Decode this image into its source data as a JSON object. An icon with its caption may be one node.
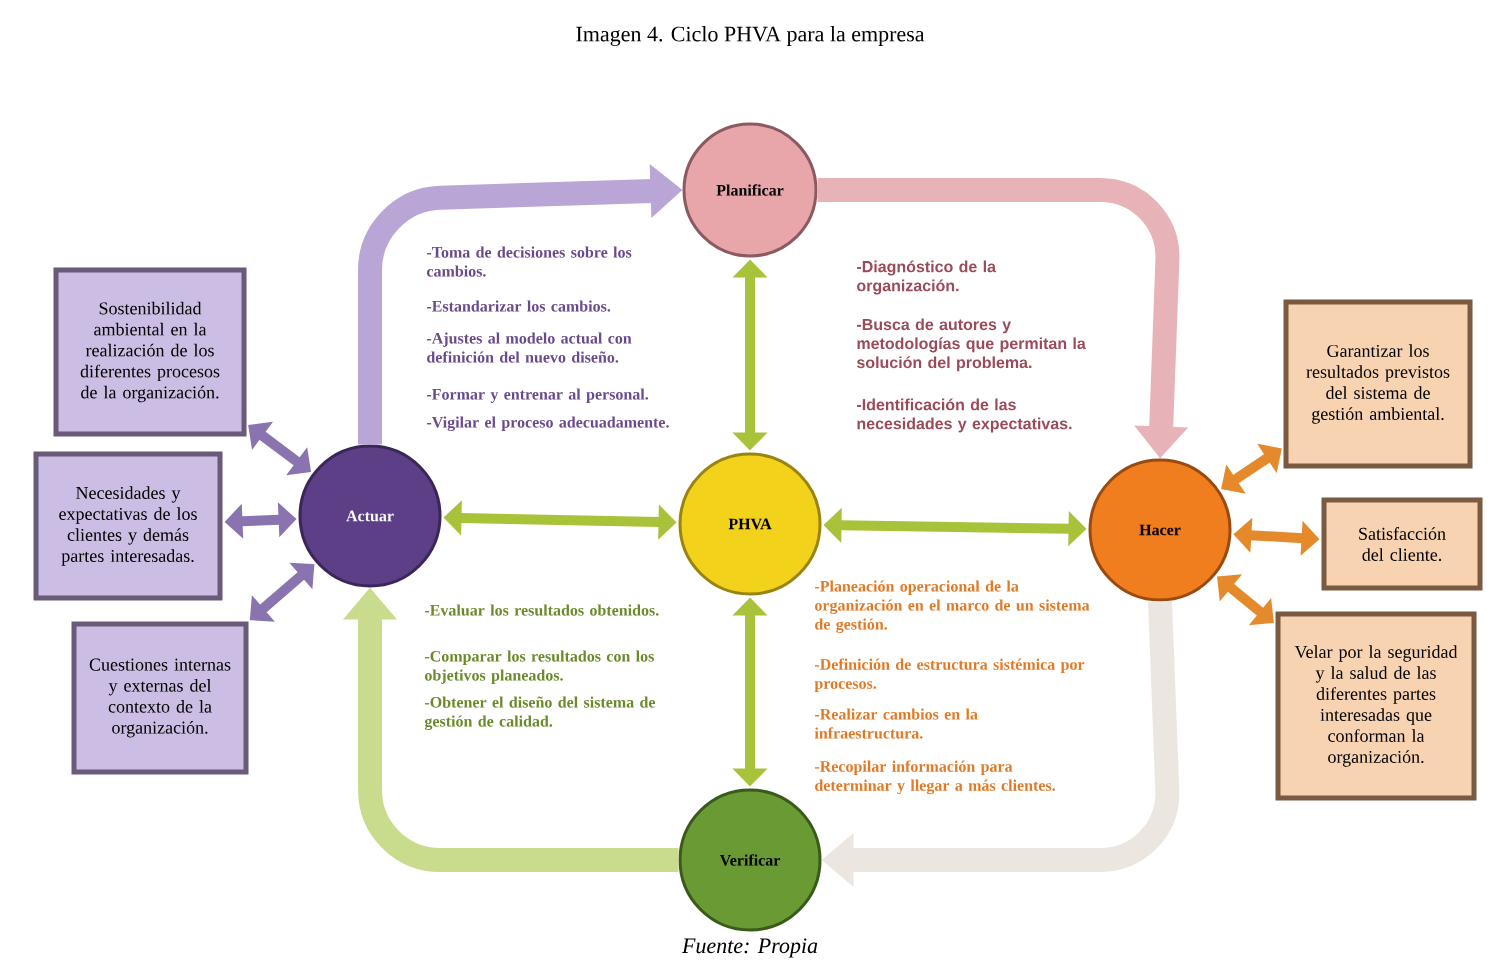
{
  "diagram": {
    "title": "Imagen 4. Ciclo PHVA para la empresa",
    "caption": "Fuente: Propia",
    "nodes": [
      {
        "text": [
          "Planificar"
        ]
      },
      {
        "text": [
          "PHVA"
        ]
      },
      {
        "text": [
          "Hacer"
        ]
      },
      {
        "text": [
          "Verificar"
        ]
      },
      {
        "text": [
          "Actuar"
        ]
      },
      {
        "text": [
          "Sostenibilidad ambiental en la realización de los diferentes procesos de la organización."
        ]
      },
      {
        "text": [
          "Necesidades y expectativas de los clientes y demás partes interesadas."
        ]
      },
      {
        "text": [
          "Cuestiones internas y externas del contexto de la organización."
        ]
      },
      {
        "text": [
          "Garantizar los resultados previstos del sistema de gestión ambiental."
        ]
      },
      {
        "text": [
          "Satisfacción del cliente."
        ]
      },
      {
        "text": [
          "Velar por la seguridad y la salud de las diferentes partes interesadas que conforman la organización."
        ]
      }
    ],
    "edges": [
      {
        "from": 4,
        "to": 0,
        "arrow": "to",
        "style": "thick",
        "color": "#b9a6d6"
      },
      {
        "from": 0,
        "to": 2,
        "arrow": "to",
        "style": "thick",
        "color": "#e7b3b8"
      },
      {
        "from": 2,
        "to": 3,
        "arrow": "to",
        "style": "thick",
        "color": "#ece6e0"
      },
      {
        "from": 3,
        "to": 4,
        "arrow": "to",
        "style": "thick",
        "color": "#c9dc8e"
      },
      {
        "from": 1,
        "to": 0,
        "arrow": "both",
        "color": "#a8c23a"
      },
      {
        "from": 1,
        "to": 4,
        "arrow": "both",
        "color": "#a8c23a"
      },
      {
        "from": 1,
        "to": 2,
        "arrow": "both",
        "color": "#a8c23a"
      },
      {
        "from": 1,
        "to": 3,
        "arrow": "both",
        "color": "#a8c23a"
      },
      {
        "from": 4,
        "to": 5,
        "arrow": "both",
        "color": "#8a74b0"
      },
      {
        "from": 4,
        "to": 6,
        "arrow": "both",
        "color": "#8a74b0"
      },
      {
        "from": 4,
        "to": 7,
        "arrow": "both",
        "color": "#8a74b0"
      },
      {
        "from": 2,
        "to": 8,
        "arrow": "both",
        "color": "#e58a2c"
      },
      {
        "from": 2,
        "to": 9,
        "arrow": "both",
        "color": "#e58a2c"
      },
      {
        "from": 2,
        "to": 10,
        "arrow": "both",
        "color": "#e58a2c"
      }
    ],
    "labels": [
      "-Toma de decisiones sobre los cambios.",
      "-Estandarizar los cambios.",
      "-Ajustes al modelo actual con definición del nuevo diseño.",
      "-Formar y entrenar al personal.",
      "-Vigilar el proceso adecuadamente.",
      "-Diagnóstico de la organización.",
      "-Busca de autores y metodologías que permitan la solución del problema.",
      "-Identificación de las necesidades y expectativas.",
      "-Evaluar los resultados obtenidos.",
      "-Comparar los resultados con los objetivos planeados.",
      "-Obtener el diseño del sistema de gestión de calidad.",
      "-Planeación operacional de la organización en el marco de un sistema de gestión.",
      "-Definición de estructura sistémica por procesos.",
      "-Realizar cambios en la infraestructura.",
      "-Recopilar información para determinar y llegar a más clientes."
    ]
  }
}
